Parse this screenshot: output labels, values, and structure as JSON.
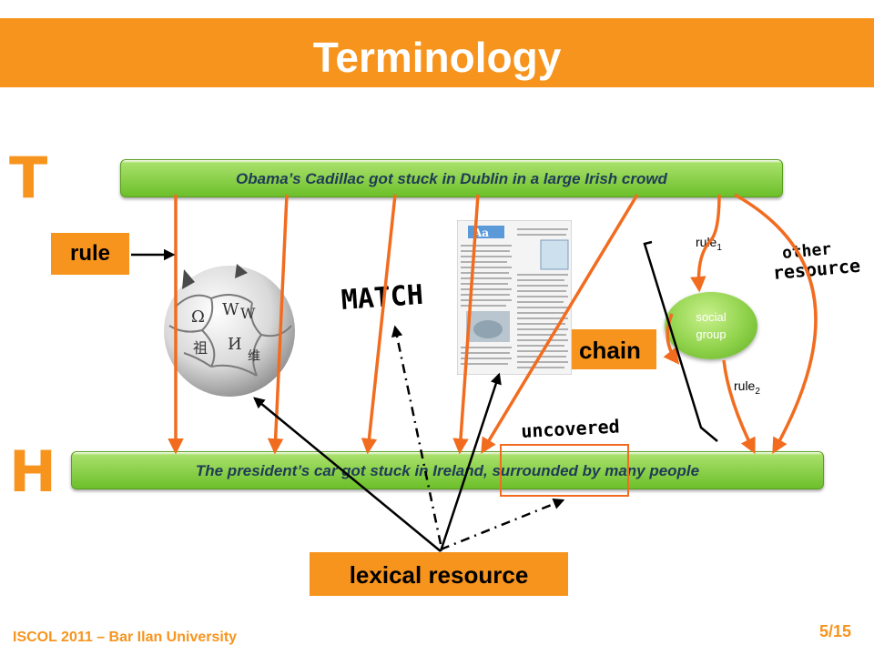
{
  "slide": {
    "title": "Terminology",
    "t_letter": "T",
    "h_letter": "H",
    "text_sentence": "Obama’s Cadillac got stuck in Dublin in a large Irish crowd",
    "hypothesis_sentence": "The president’s car got stuck in Ireland, surrounded  by many people",
    "rule_label": "rule",
    "chain_label": "chain",
    "lexical_resource_label": "lexical resource",
    "match_label": "MATCH",
    "uncovered_label": "uncovered",
    "other_resource_line1": "other",
    "other_resource_line2": "resource",
    "social_group_line1": "social",
    "social_group_line2": "group",
    "rule1_base": "rule",
    "rule1_sub": "1",
    "rule2_base": "rule",
    "rule2_sub": "2",
    "wiki_glyphs": [
      "Ω",
      "W",
      "W",
      "祖",
      "И",
      "维"
    ],
    "dictionary_heading": "Aa",
    "footer_left": "ISCOL 2011 – Bar Ilan University",
    "page_number": "5/15"
  },
  "colors": {
    "accent": "#f7941d",
    "arrow": "#f26c1f",
    "green_bar": "#6cbf2a",
    "sentence_text": "#1f3b57"
  }
}
